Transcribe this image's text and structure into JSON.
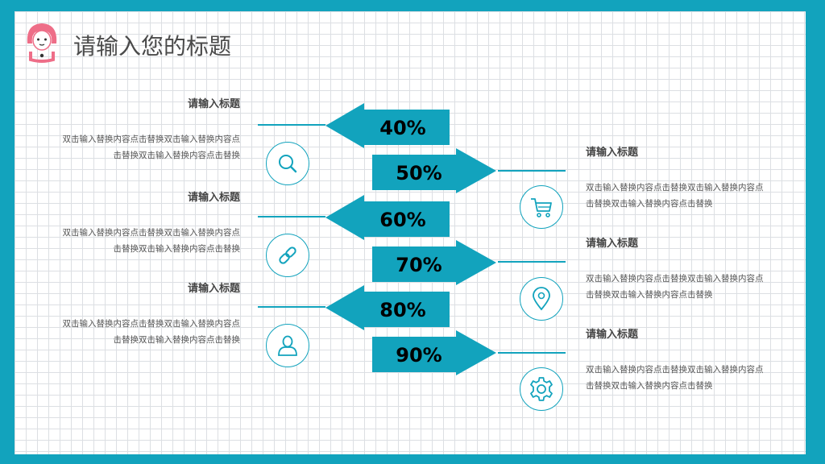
{
  "title": "请输入您的标题",
  "colors": {
    "accent": "#12a3bd",
    "logo_pink": "#ee6e88"
  },
  "left_items": [
    {
      "heading": "请输入标题",
      "line1": "双击输入替换内容点击替换双击输入替换内容点",
      "line2": "击替换双击输入替换内容点击替换",
      "icon": "search-icon"
    },
    {
      "heading": "请输入标题",
      "line1": "双击输入替换内容点击替换双击输入替换内容点",
      "line2": "击替换双击输入替换内容点击替换",
      "icon": "link-icon"
    },
    {
      "heading": "请输入标题",
      "line1": "双击输入替换内容点击替换双击输入替换内容点",
      "line2": "击替换双击输入替换内容点击替换",
      "icon": "user-icon"
    }
  ],
  "right_items": [
    {
      "heading": "请输入标题",
      "line1": "双击输入替换内容点击替换双击输入替换内容点",
      "line2": "击替换双击输入替换内容点击替换",
      "icon": "cart-icon"
    },
    {
      "heading": "请输入标题",
      "line1": "双击输入替换内容点击替换双击输入替换内容点",
      "line2": "击替换双击输入替换内容点击替换",
      "icon": "location-pin-icon"
    },
    {
      "heading": "请输入标题",
      "line1": "双击输入替换内容点击替换双击输入替换内容点",
      "line2": "击替换双击输入替换内容点击替换",
      "icon": "gear-icon"
    }
  ],
  "arrows": [
    {
      "label": "40%",
      "direction": "left"
    },
    {
      "label": "50%",
      "direction": "right"
    },
    {
      "label": "60%",
      "direction": "left"
    },
    {
      "label": "70%",
      "direction": "right"
    },
    {
      "label": "80%",
      "direction": "left"
    },
    {
      "label": "90%",
      "direction": "right"
    }
  ]
}
